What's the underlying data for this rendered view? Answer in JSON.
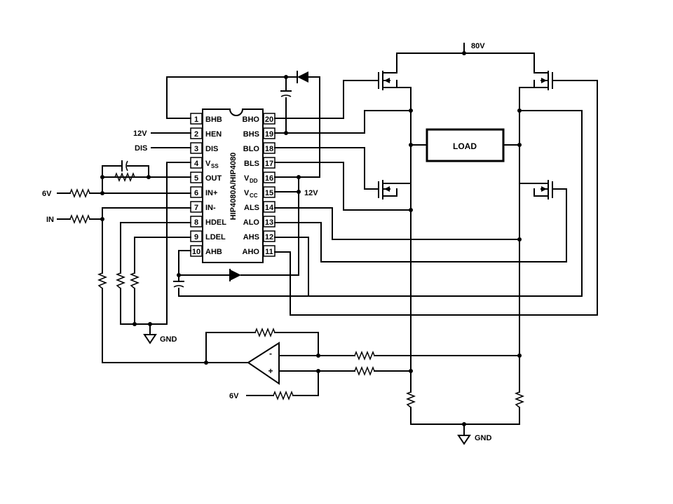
{
  "chip": {
    "part": "HIP4080A/HIP4080",
    "left_pins": [
      {
        "num": "1",
        "label": "BHB"
      },
      {
        "num": "2",
        "label": "HEN"
      },
      {
        "num": "3",
        "label": "DIS"
      },
      {
        "num": "4",
        "label": "V",
        "sub": "SS"
      },
      {
        "num": "5",
        "label": "OUT"
      },
      {
        "num": "6",
        "label": "IN+"
      },
      {
        "num": "7",
        "label": "IN-"
      },
      {
        "num": "8",
        "label": "HDEL"
      },
      {
        "num": "9",
        "label": "LDEL"
      },
      {
        "num": "10",
        "label": "AHB"
      }
    ],
    "right_pins": [
      {
        "num": "20",
        "label": "BHO"
      },
      {
        "num": "19",
        "label": "BHS"
      },
      {
        "num": "18",
        "label": "BLO"
      },
      {
        "num": "17",
        "label": "BLS"
      },
      {
        "num": "16",
        "label": "V",
        "sub": "DD"
      },
      {
        "num": "15",
        "label": "V",
        "sub": "CC"
      },
      {
        "num": "14",
        "label": "ALS"
      },
      {
        "num": "13",
        "label": "ALO"
      },
      {
        "num": "12",
        "label": "AHS"
      },
      {
        "num": "11",
        "label": "AHO"
      }
    ]
  },
  "labels": {
    "v12_hen": "12V",
    "dis": "DIS",
    "v6_in": "6V",
    "in": "IN",
    "gnd_left": "GND",
    "v12_vcc": "12V",
    "v80": "80V",
    "load": "LOAD",
    "gnd_right": "GND",
    "v6_opamp": "6V",
    "opamp_minus": "-",
    "opamp_plus": "+"
  }
}
